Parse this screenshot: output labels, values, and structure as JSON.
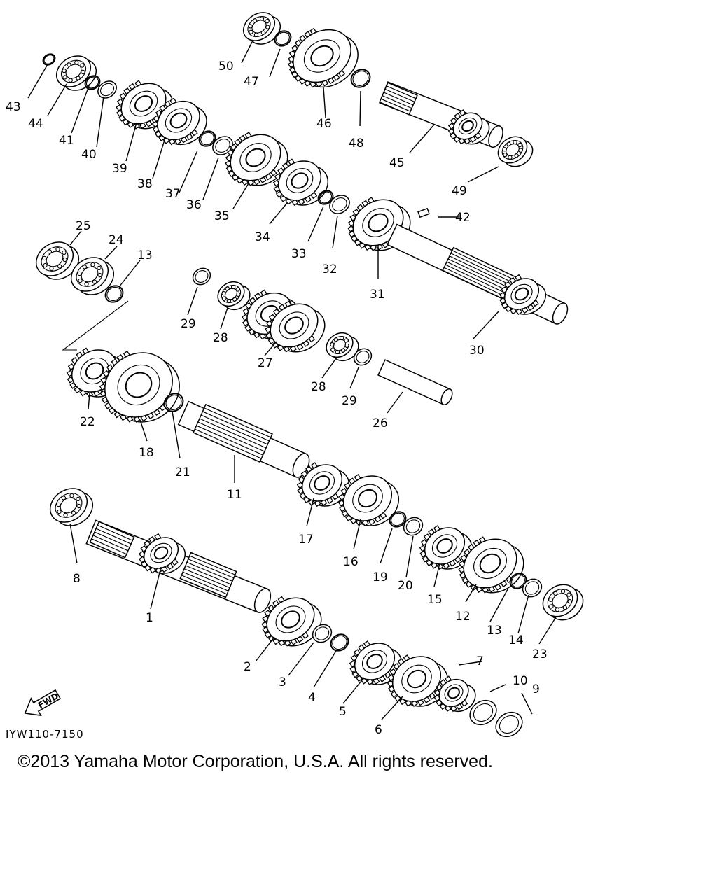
{
  "diagram": {
    "part_numbers": [
      "1",
      "2",
      "3",
      "4",
      "5",
      "6",
      "7",
      "8",
      "9",
      "10",
      "11",
      "12",
      "13",
      "14",
      "15",
      "16",
      "17",
      "18",
      "19",
      "20",
      "21",
      "22",
      "23",
      "24",
      "25",
      "26",
      "27",
      "28",
      "29",
      "30",
      "31",
      "32",
      "33",
      "34",
      "35",
      "36",
      "37",
      "38",
      "39",
      "40",
      "41",
      "42",
      "43",
      "44",
      "45",
      "46",
      "47",
      "48",
      "49",
      "50"
    ],
    "labels": [
      {
        "text": "50"
      },
      {
        "text": "47"
      },
      {
        "text": "46"
      },
      {
        "text": "48"
      },
      {
        "text": "45"
      },
      {
        "text": "49"
      },
      {
        "text": "43"
      },
      {
        "text": "44"
      },
      {
        "text": "41"
      },
      {
        "text": "40"
      },
      {
        "text": "39"
      },
      {
        "text": "38"
      },
      {
        "text": "37"
      },
      {
        "text": "36"
      },
      {
        "text": "35"
      },
      {
        "text": "34"
      },
      {
        "text": "33"
      },
      {
        "text": "32"
      },
      {
        "text": "31"
      },
      {
        "text": "42"
      },
      {
        "text": "25"
      },
      {
        "text": "24"
      },
      {
        "text": "13"
      },
      {
        "text": "29"
      },
      {
        "text": "28"
      },
      {
        "text": "27"
      },
      {
        "text": "30"
      },
      {
        "text": "28"
      },
      {
        "text": "29"
      },
      {
        "text": "26"
      },
      {
        "text": "22"
      },
      {
        "text": "18"
      },
      {
        "text": "21"
      },
      {
        "text": "11"
      },
      {
        "text": "17"
      },
      {
        "text": "16"
      },
      {
        "text": "19"
      },
      {
        "text": "20"
      },
      {
        "text": "15"
      },
      {
        "text": "12"
      },
      {
        "text": "13"
      },
      {
        "text": "14"
      },
      {
        "text": "23"
      },
      {
        "text": "8"
      },
      {
        "text": "1"
      },
      {
        "text": "2"
      },
      {
        "text": "3"
      },
      {
        "text": "4"
      },
      {
        "text": "5"
      },
      {
        "text": "6"
      },
      {
        "text": "7"
      },
      {
        "text": "10"
      },
      {
        "text": "9"
      }
    ],
    "fwd_label": "FWD",
    "drawing_code": "IYW110-7150"
  },
  "footer": {
    "copyright": "©2013 Yamaha Motor Corporation, U.S.A. All rights reserved."
  }
}
